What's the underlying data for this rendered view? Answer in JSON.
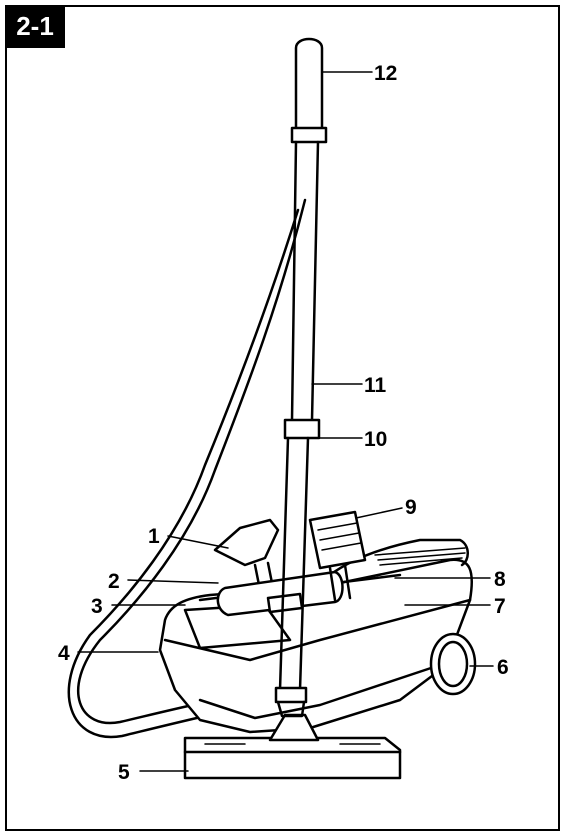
{
  "figure": {
    "badge": "2-1",
    "labels": {
      "p1": "1",
      "p2": "2",
      "p3": "3",
      "p4": "4",
      "p5": "5",
      "p6": "6",
      "p7": "7",
      "p8": "8",
      "p9": "9",
      "p10": "10",
      "p11": "11",
      "p12": "12"
    }
  },
  "colors": {
    "ink": "#000000",
    "paper": "#ffffff"
  }
}
